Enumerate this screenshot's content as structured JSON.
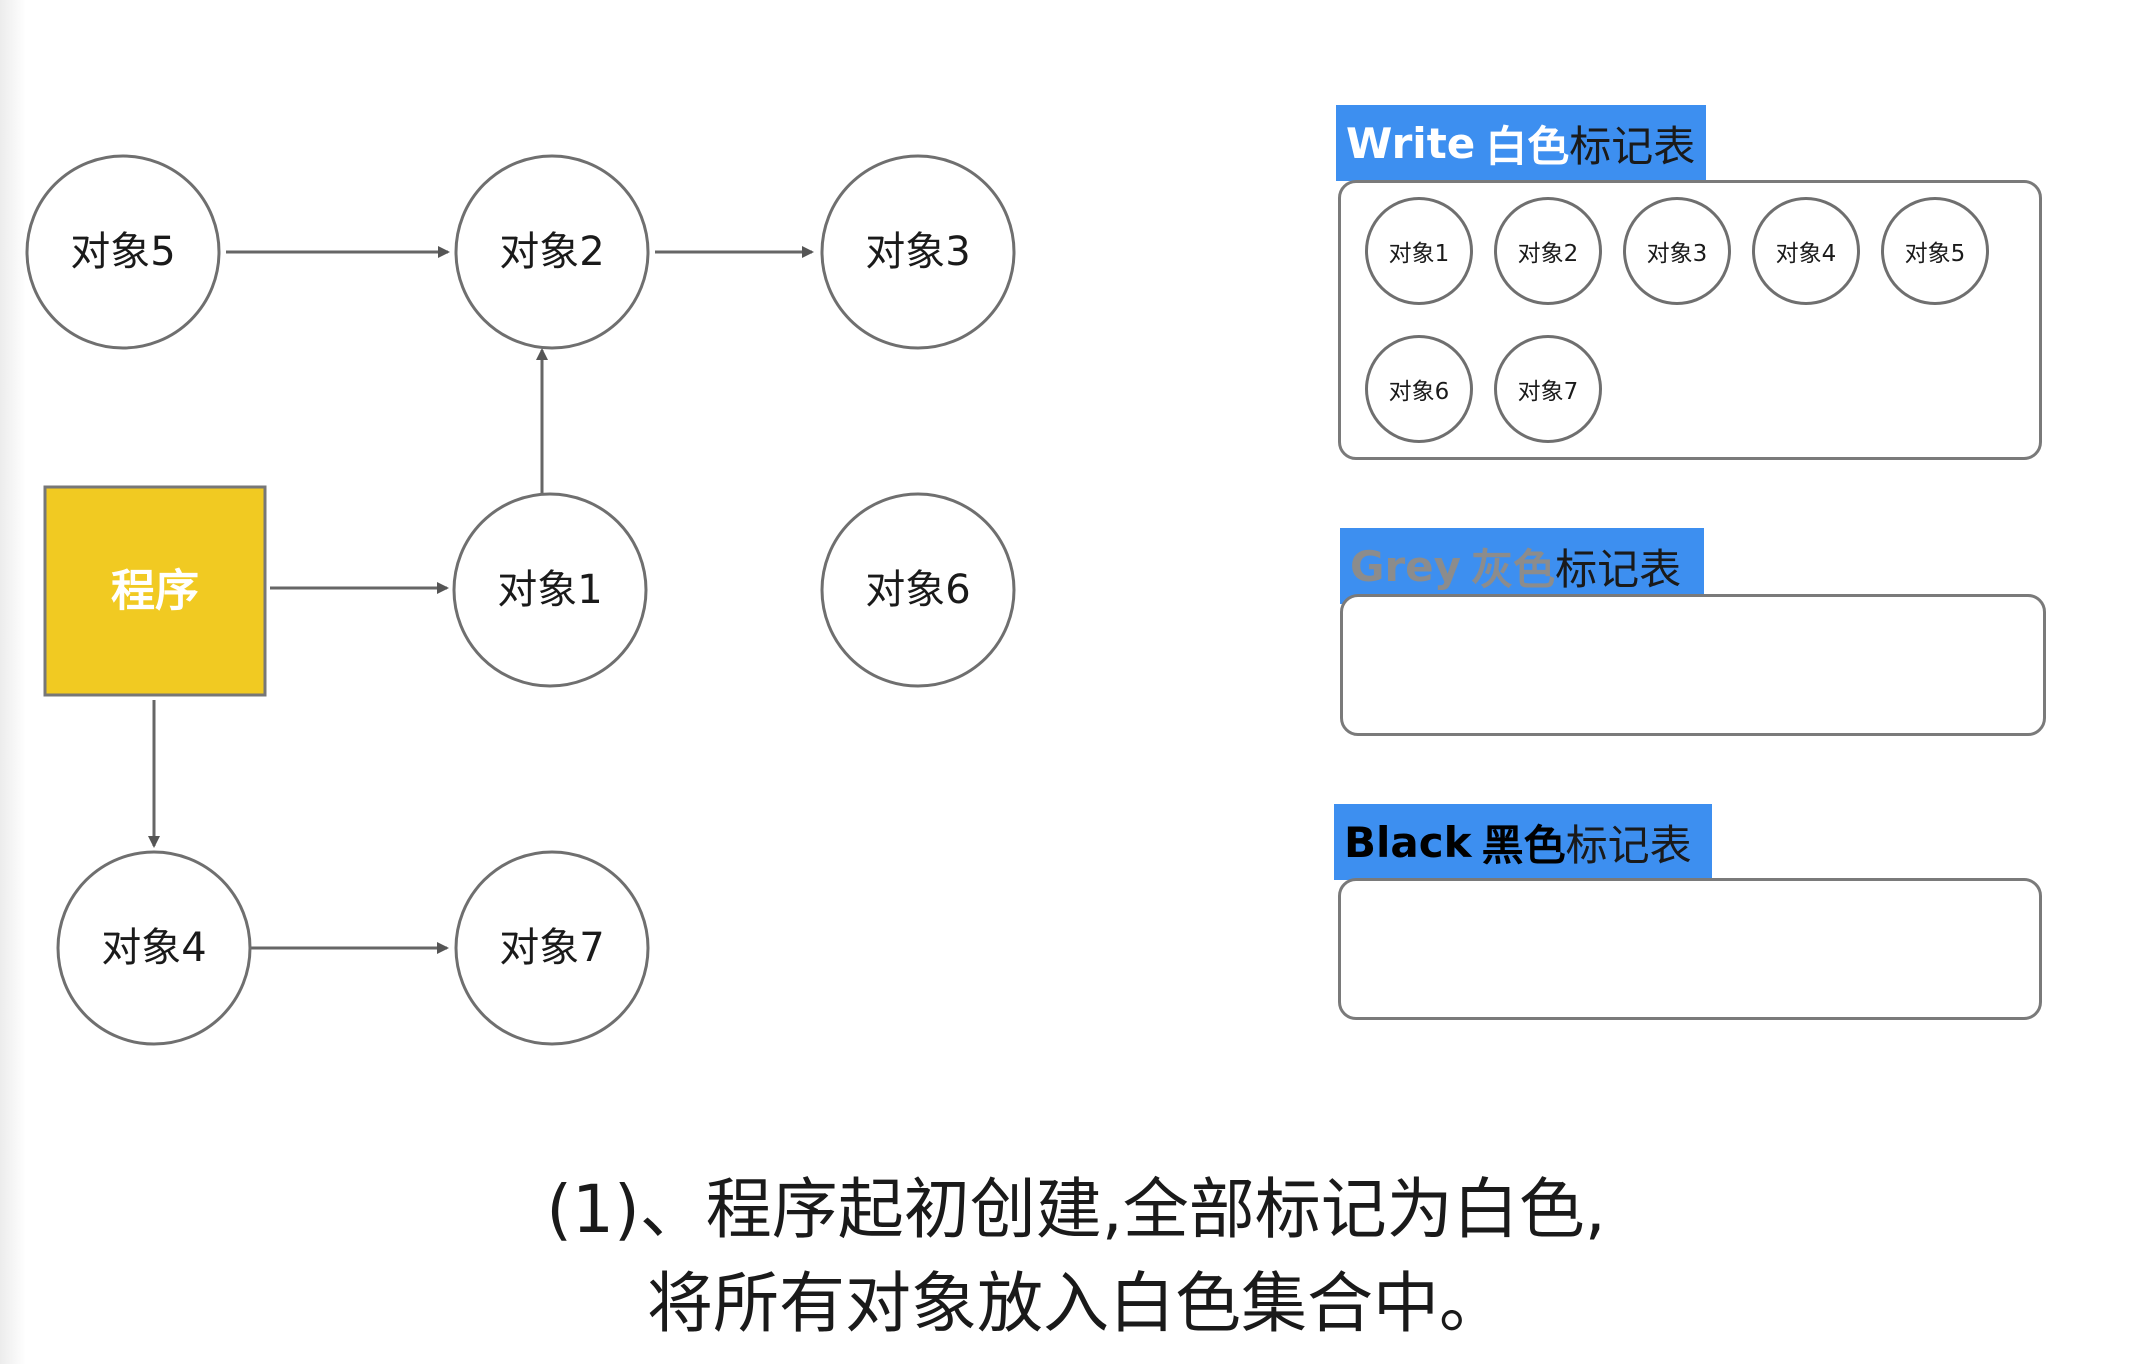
{
  "nodes": {
    "obj5": "对象5",
    "obj2": "对象2",
    "obj3": "对象3",
    "obj1": "对象1",
    "obj6": "对象6",
    "obj4": "对象4",
    "obj7": "对象7",
    "program": "程序"
  },
  "tables": {
    "white": {
      "label_en": "Write",
      "label_zh": "白色",
      "label_rest": "标记表",
      "items": [
        "对象1",
        "对象2",
        "对象3",
        "对象4",
        "对象5",
        "对象6",
        "对象7"
      ]
    },
    "grey": {
      "label_en": "Grey",
      "label_zh": "灰色",
      "label_rest": "标记表"
    },
    "black": {
      "label_en": "Black",
      "label_zh": "黑色",
      "label_rest": "标记表"
    }
  },
  "caption": {
    "line1": "(1)、程序起初创建,全部标记为白色,",
    "line2": "将所有对象放入白色集合中。"
  },
  "colors": {
    "program_fill": "#f1ca22",
    "header_bg": "#3d8ff0",
    "white_label": "#ffffff",
    "grey_label": "#8c8c8c",
    "black_label": "#000000"
  }
}
